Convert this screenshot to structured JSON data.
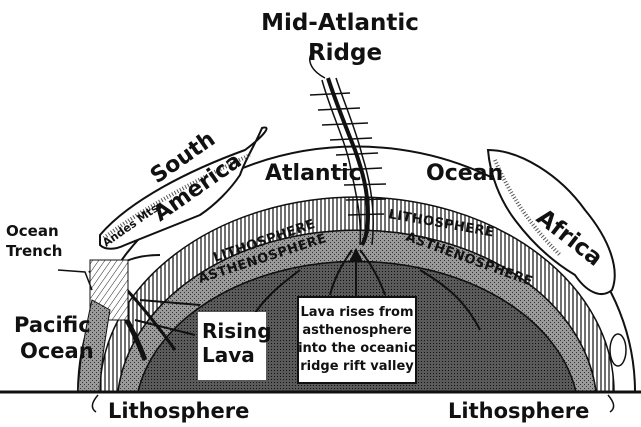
{
  "labels": {
    "ridge_line1": "Mid-Atlantic",
    "ridge_line2": "Ridge",
    "south_line1": "South",
    "south_line2": "America",
    "atlantic": "Atlantic",
    "ocean": "Ocean",
    "africa": "Africa",
    "andes": "Andes Mts.",
    "trench_line1": "Ocean",
    "trench_line2": "Trench",
    "pacific_line1": "Pacific",
    "pacific_line2": "Ocean",
    "rising_line1": "Rising",
    "rising_line2": "Lava",
    "litho_left_band": "LITHOSPHERE",
    "litho_right_band": "LITHOSPHERE",
    "astheno_left_band": "ASTHENOSPHERE",
    "astheno_right_band": "ASTHENOSPHERE",
    "bottom_left": "Lithosphere",
    "bottom_right": "Lithosphere"
  },
  "callout": {
    "line1": "Lava rises from",
    "line2": "asthenosphere",
    "line3": "into the oceanic",
    "line4": "ridge rift valley"
  }
}
